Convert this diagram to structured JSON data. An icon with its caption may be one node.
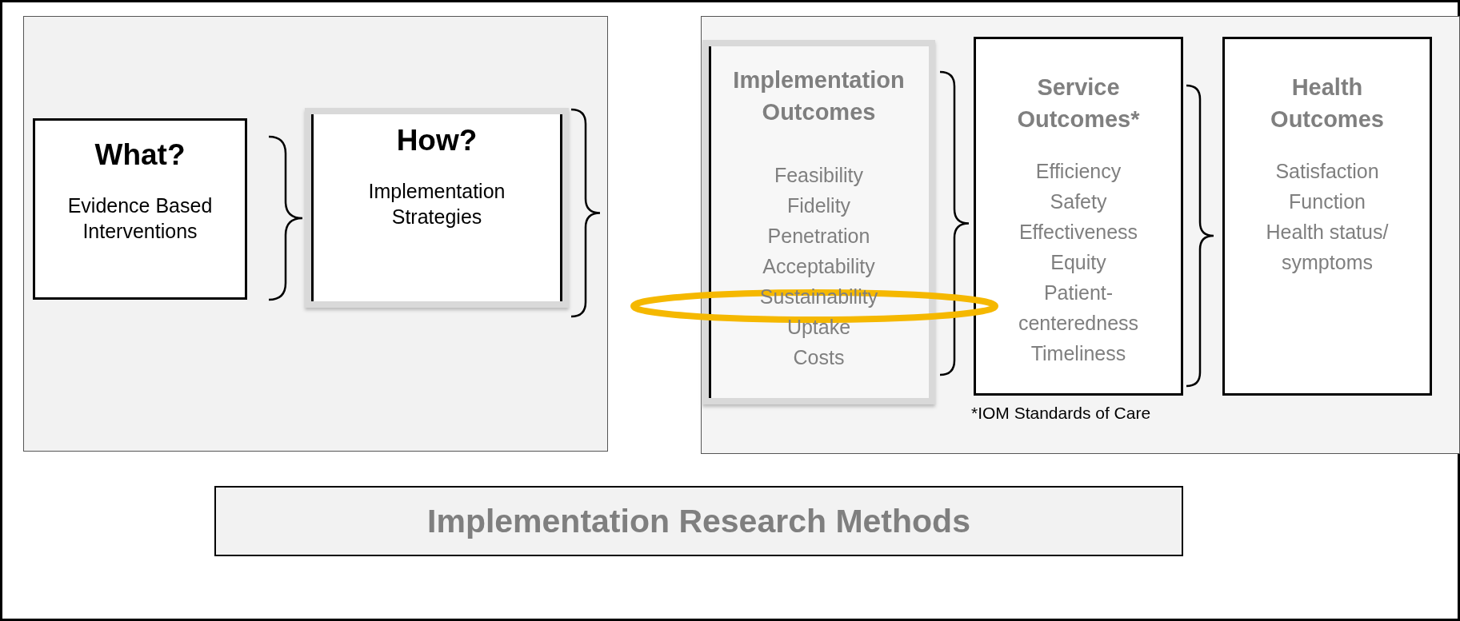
{
  "diagram": {
    "nodes": [
      {
        "text": [],
        "shape": "box"
      },
      {
        "text": [
          "What?",
          "Evidence Based Interventions"
        ],
        "in": 0
      },
      {
        "text": [
          "How?",
          "Implementation Strategies"
        ],
        "in": 0
      },
      {
        "text": [],
        "shape": "box"
      },
      {
        "text": [
          "Implementation Outcomes",
          "Feasibility",
          "Fidelity",
          "Penetration",
          "Acceptability",
          "Sustainability",
          "Uptake",
          "Costs"
        ],
        "in": 3
      },
      {
        "text": [
          "Service Outcomes*",
          "Efficiency",
          "Safety",
          "Effectiveness",
          "Equity",
          "Patient- centeredness",
          "Timeliness"
        ],
        "in": 3,
        "beside": [
          "*IOM Standards of Care"
        ]
      },
      {
        "text": [
          "Health Outcomes",
          "Satisfaction",
          "Function",
          "Health status/ symptoms"
        ],
        "in": 3
      },
      {
        "text": [
          "Implementation Research Methods"
        ]
      }
    ]
  }
}
